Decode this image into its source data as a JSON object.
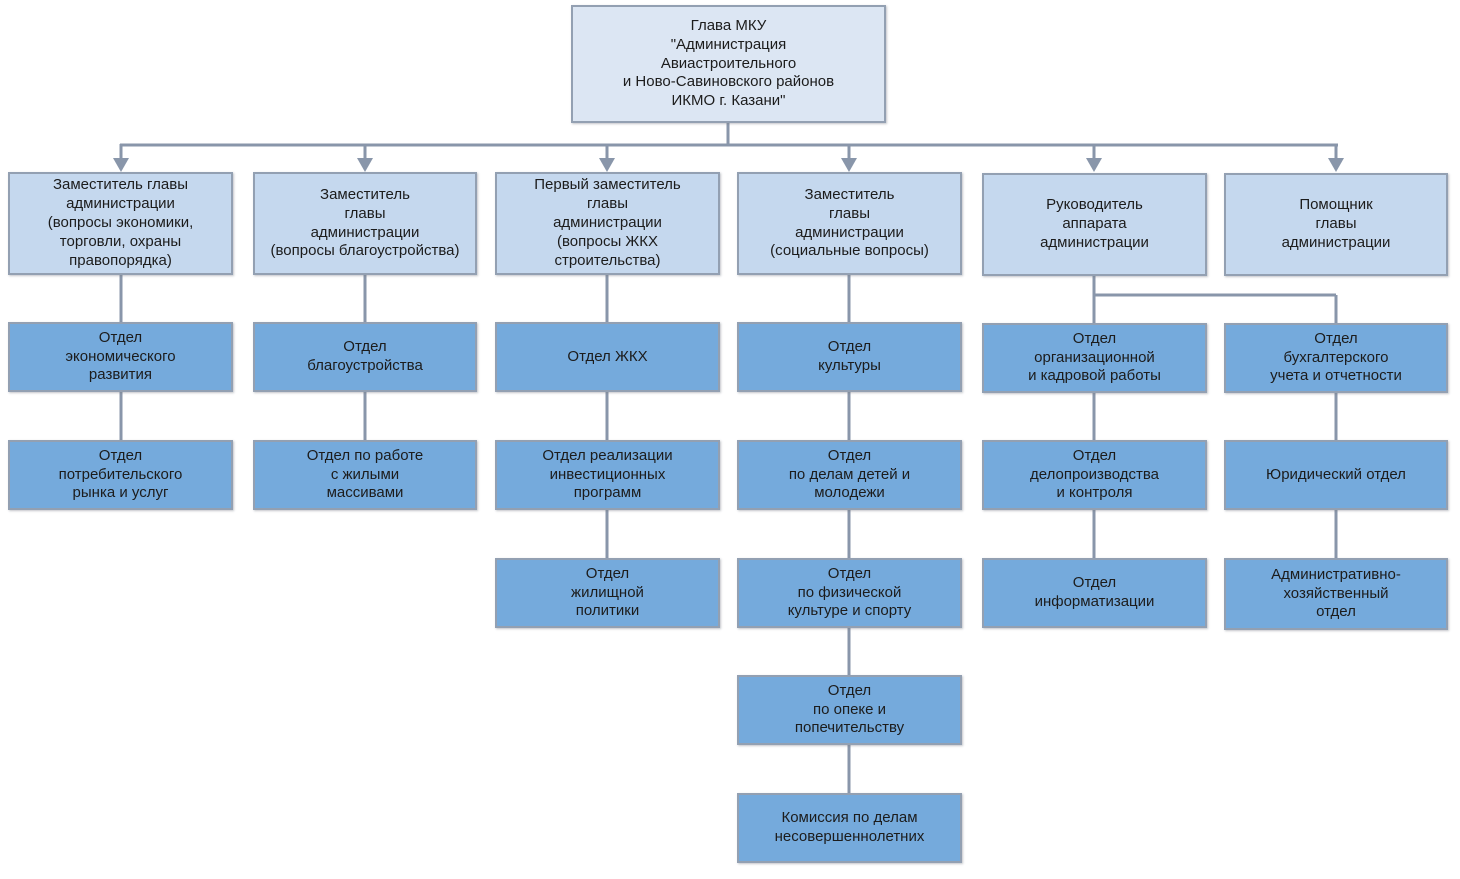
{
  "colors": {
    "root_fill": "#dce6f3",
    "head_fill": "#c5d8ee",
    "dept_fill": "#75aadc",
    "box_border": "#93a0b2",
    "connector": "#8996aa",
    "text": "#1c1c1c",
    "background": "#ffffff"
  },
  "org": {
    "root": {
      "label": "Глава МКУ\n\"Администрация\nАвиастроительного\nи Ново-Савиновского районов\nИКМО г. Казани\""
    },
    "columns": [
      {
        "head": "Заместитель главы\nадминистрации\n(вопросы экономики,\nторговли, охраны\nправопорядка)",
        "departments": [
          "Отдел\nэкономического\nразвития",
          "Отдел\nпотребительского\nрынка и услуг"
        ]
      },
      {
        "head": "Заместитель\nглавы\nадминистрации\n(вопросы благоустройства)",
        "departments": [
          "Отдел\nблагоустройства",
          "Отдел по работе\nс жилыми\nмассивами"
        ]
      },
      {
        "head": "Первый заместитель\nглавы\nадминистрации\n(вопросы ЖКХ\nстроительства)",
        "departments": [
          "Отдел ЖКХ",
          "Отдел реализации\nинвестиционных\nпрограмм",
          "Отдел\nжилищной\nполитики"
        ]
      },
      {
        "head": "Заместитель\nглавы\nадминистрации\n(социальные вопросы)",
        "departments": [
          "Отдел\nкультуры",
          "Отдел\nпо делам детей и\nмолодежи",
          "Отдел\nпо физической\nкультуре и спорту",
          "Отдел\nпо опеке и\nпопечительству",
          "Комиссия по делам\nнесовершеннолетних"
        ]
      },
      {
        "head": "Руководитель\nаппарата\nадминистрации",
        "departments": [
          "Отдел\nорганизационной\nи кадровой работы",
          "Отдел\nделопроизводства\nи контроля",
          "Отдел\nинформатизации"
        ]
      },
      {
        "head": "Помощник\nглавы\nадминистрации",
        "departments": [
          "Отдел\nбухгалтерского\nучета и отчетности",
          "Юридический отдел",
          "Административно-\nхозяйственный\nотдел"
        ]
      }
    ]
  }
}
